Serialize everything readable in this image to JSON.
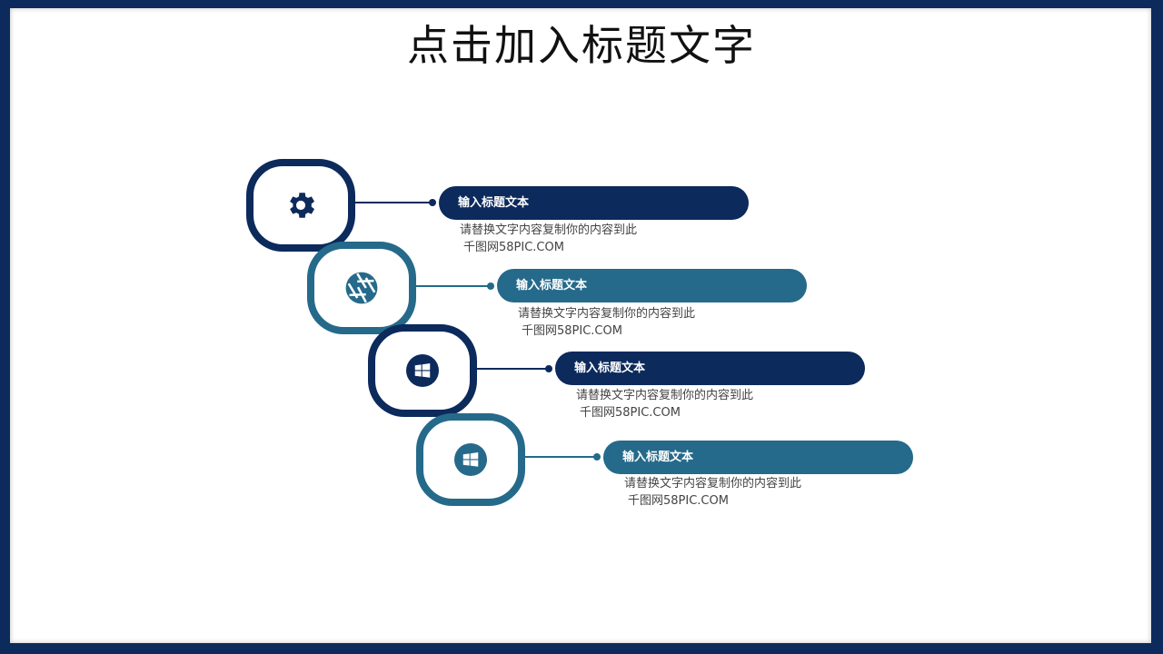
{
  "slide": {
    "title": "点击加入标题文字",
    "colors": {
      "navy": "#0c2a5c",
      "teal": "#256a8a",
      "frame": "#0c2a5c"
    },
    "items": [
      {
        "icon": "gear-icon",
        "heading": "输入标题文本",
        "line1": "请替换文字内容复制你的内容到此",
        "line2": "千图网58PIC.COM",
        "color": "navy"
      },
      {
        "icon": "aperture-icon",
        "heading": "输入标题文本",
        "line1": "请替换文字内容复制你的内容到此",
        "line2": "千图网58PIC.COM",
        "color": "teal"
      },
      {
        "icon": "windows-icon",
        "heading": "输入标题文本",
        "line1": "请替换文字内容复制你的内容到此",
        "line2": "千图网58PIC.COM",
        "color": "navy"
      },
      {
        "icon": "windows-icon",
        "heading": "输入标题文本",
        "line1": "请替换文字内容复制你的内容到此",
        "line2": "千图网58PIC.COM",
        "color": "teal"
      }
    ]
  }
}
